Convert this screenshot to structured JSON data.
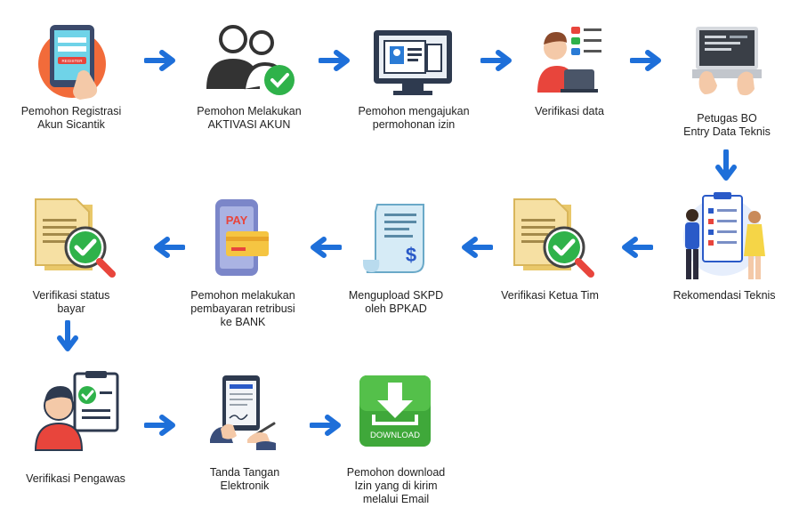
{
  "steps": [
    {
      "id": 1,
      "label": "Pemohon Registrasi\nAkun Sicantik",
      "icon": "tablet-register-icon",
      "badge": "REGISTER"
    },
    {
      "id": 2,
      "label": "Pemohon Melakukan\nAKTIVASI AKUN",
      "icon": "users-check-icon"
    },
    {
      "id": 3,
      "label": "Pemohon mengajukan\npermohonan izin",
      "icon": "monitor-application-icon"
    },
    {
      "id": 4,
      "label": "Verifikasi data",
      "icon": "person-laptop-checklist-icon"
    },
    {
      "id": 5,
      "label": "Petugas BO\nEntry Data Teknis",
      "icon": "laptop-typing-icon"
    },
    {
      "id": 6,
      "label": "Rekomendasi Teknis",
      "icon": "team-checklist-icon"
    },
    {
      "id": 7,
      "label": "Verifikasi Ketua Tim",
      "icon": "document-check-icon"
    },
    {
      "id": 8,
      "label": "Mengupload SKPD\noleh BPKAD",
      "icon": "receipt-dollar-icon"
    },
    {
      "id": 9,
      "label": "Pemohon melakukan\npembayaran retribusi\nke BANK",
      "icon": "phone-pay-icon",
      "badge": "PAY"
    },
    {
      "id": 10,
      "label": "Verifikasi status\nbayar",
      "icon": "document-check-icon"
    },
    {
      "id": 11,
      "label": "Verifikasi Pengawas",
      "icon": "supervisor-check-icon"
    },
    {
      "id": 12,
      "label": "Tanda Tangan\nElektronik",
      "icon": "tablet-signature-icon"
    },
    {
      "id": 13,
      "label": "Pemohon download\nIzin yang di kirim\nmelalui Email",
      "icon": "download-icon",
      "badge": "DOWNLOAD"
    }
  ],
  "colors": {
    "arrow": "#1e6fd9",
    "accent_orange": "#f26b3a",
    "check_green": "#2fb24a",
    "paper": "#f3d98a"
  }
}
